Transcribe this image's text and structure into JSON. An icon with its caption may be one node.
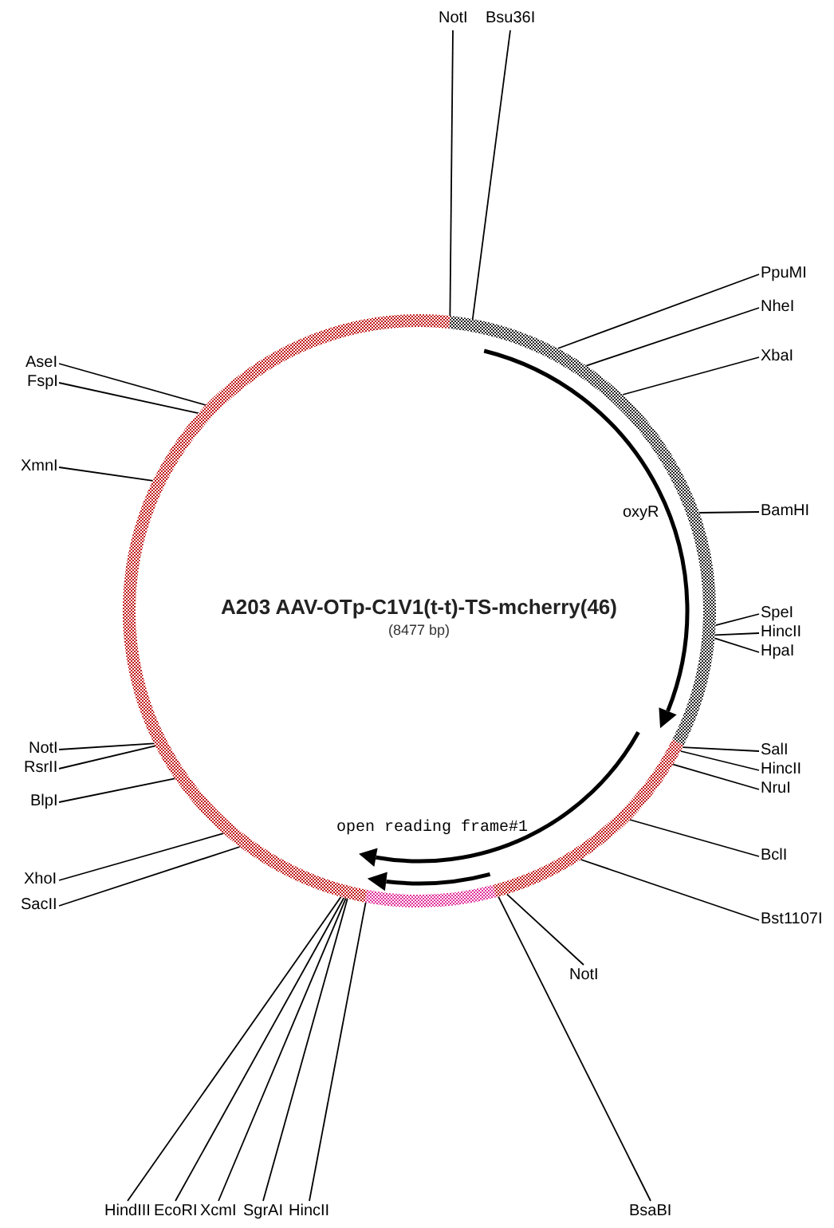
{
  "diagram": {
    "title": "A203 AAV-OTp-C1V1(t-t)-TS-mcherry(46)",
    "nodes": [
      {
        "text": [],
        "shape": "circle"
      },
      {
        "text": [
          "NotI"
        ]
      },
      {
        "text": [
          "Bsu36I"
        ]
      },
      {
        "text": [
          "PpuMI"
        ]
      },
      {
        "text": [
          "NheI"
        ]
      },
      {
        "text": [
          "XbaI"
        ]
      },
      {
        "text": [
          "BamHI"
        ]
      },
      {
        "text": [
          "SpeI"
        ]
      },
      {
        "text": [
          "HincII"
        ]
      },
      {
        "text": [
          "HpaI"
        ]
      },
      {
        "text": [
          "SalI"
        ]
      },
      {
        "text": [
          "HincII"
        ]
      },
      {
        "text": [
          "NruI"
        ]
      },
      {
        "text": [
          "BclI"
        ]
      },
      {
        "text": [
          "Bst1107I"
        ]
      },
      {
        "text": [
          "NotI"
        ]
      },
      {
        "text": [
          "BsaBI"
        ]
      },
      {
        "text": [
          "HincII"
        ]
      },
      {
        "text": [
          "SgrAI"
        ]
      },
      {
        "text": [
          "XcmI"
        ]
      },
      {
        "text": [
          "EcoRI"
        ]
      },
      {
        "text": [
          "HindIII"
        ]
      },
      {
        "text": [
          "SacII"
        ]
      },
      {
        "text": [
          "XhoI"
        ]
      },
      {
        "text": [
          "BlpI"
        ]
      },
      {
        "text": [
          "RsrII"
        ]
      },
      {
        "text": [
          "NotI"
        ]
      },
      {
        "text": [
          "XmnI"
        ]
      },
      {
        "text": [
          "FspI"
        ]
      },
      {
        "text": [
          "AseI"
        ]
      }
    ],
    "edges": [
      {
        "from": 1,
        "to": 0,
        "arrow": "none"
      },
      {
        "from": 2,
        "to": 0,
        "arrow": "none"
      },
      {
        "from": 3,
        "to": 0,
        "arrow": "none"
      },
      {
        "from": 4,
        "to": 0,
        "arrow": "none"
      },
      {
        "from": 5,
        "to": 0,
        "arrow": "none"
      },
      {
        "from": 6,
        "to": 0,
        "arrow": "none"
      },
      {
        "from": 7,
        "to": 0,
        "arrow": "none"
      },
      {
        "from": 8,
        "to": 0,
        "arrow": "none"
      },
      {
        "from": 9,
        "to": 0,
        "arrow": "none"
      },
      {
        "from": 10,
        "to": 0,
        "arrow": "none"
      },
      {
        "from": 11,
        "to": 0,
        "arrow": "none"
      },
      {
        "from": 12,
        "to": 0,
        "arrow": "none"
      },
      {
        "from": 13,
        "to": 0,
        "arrow": "none"
      },
      {
        "from": 14,
        "to": 0,
        "arrow": "none"
      },
      {
        "from": 15,
        "to": 0,
        "arrow": "none"
      },
      {
        "from": 16,
        "to": 0,
        "arrow": "none"
      },
      {
        "from": 17,
        "to": 0,
        "arrow": "none"
      },
      {
        "from": 18,
        "to": 0,
        "arrow": "none"
      },
      {
        "from": 19,
        "to": 0,
        "arrow": "none"
      },
      {
        "from": 20,
        "to": 0,
        "arrow": "none"
      },
      {
        "from": 21,
        "to": 0,
        "arrow": "none"
      },
      {
        "from": 22,
        "to": 0,
        "arrow": "none"
      },
      {
        "from": 23,
        "to": 0,
        "arrow": "none"
      },
      {
        "from": 24,
        "to": 0,
        "arrow": "none"
      },
      {
        "from": 25,
        "to": 0,
        "arrow": "none"
      },
      {
        "from": 26,
        "to": 0,
        "arrow": "none"
      },
      {
        "from": 27,
        "to": 0,
        "arrow": "none"
      },
      {
        "from": 28,
        "to": 0,
        "arrow": "none"
      },
      {
        "from": 29,
        "to": 0,
        "arrow": "none"
      }
    ],
    "labels": [
      "(8477 bp)",
      "oxyR",
      "open reading frame#1"
    ]
  }
}
